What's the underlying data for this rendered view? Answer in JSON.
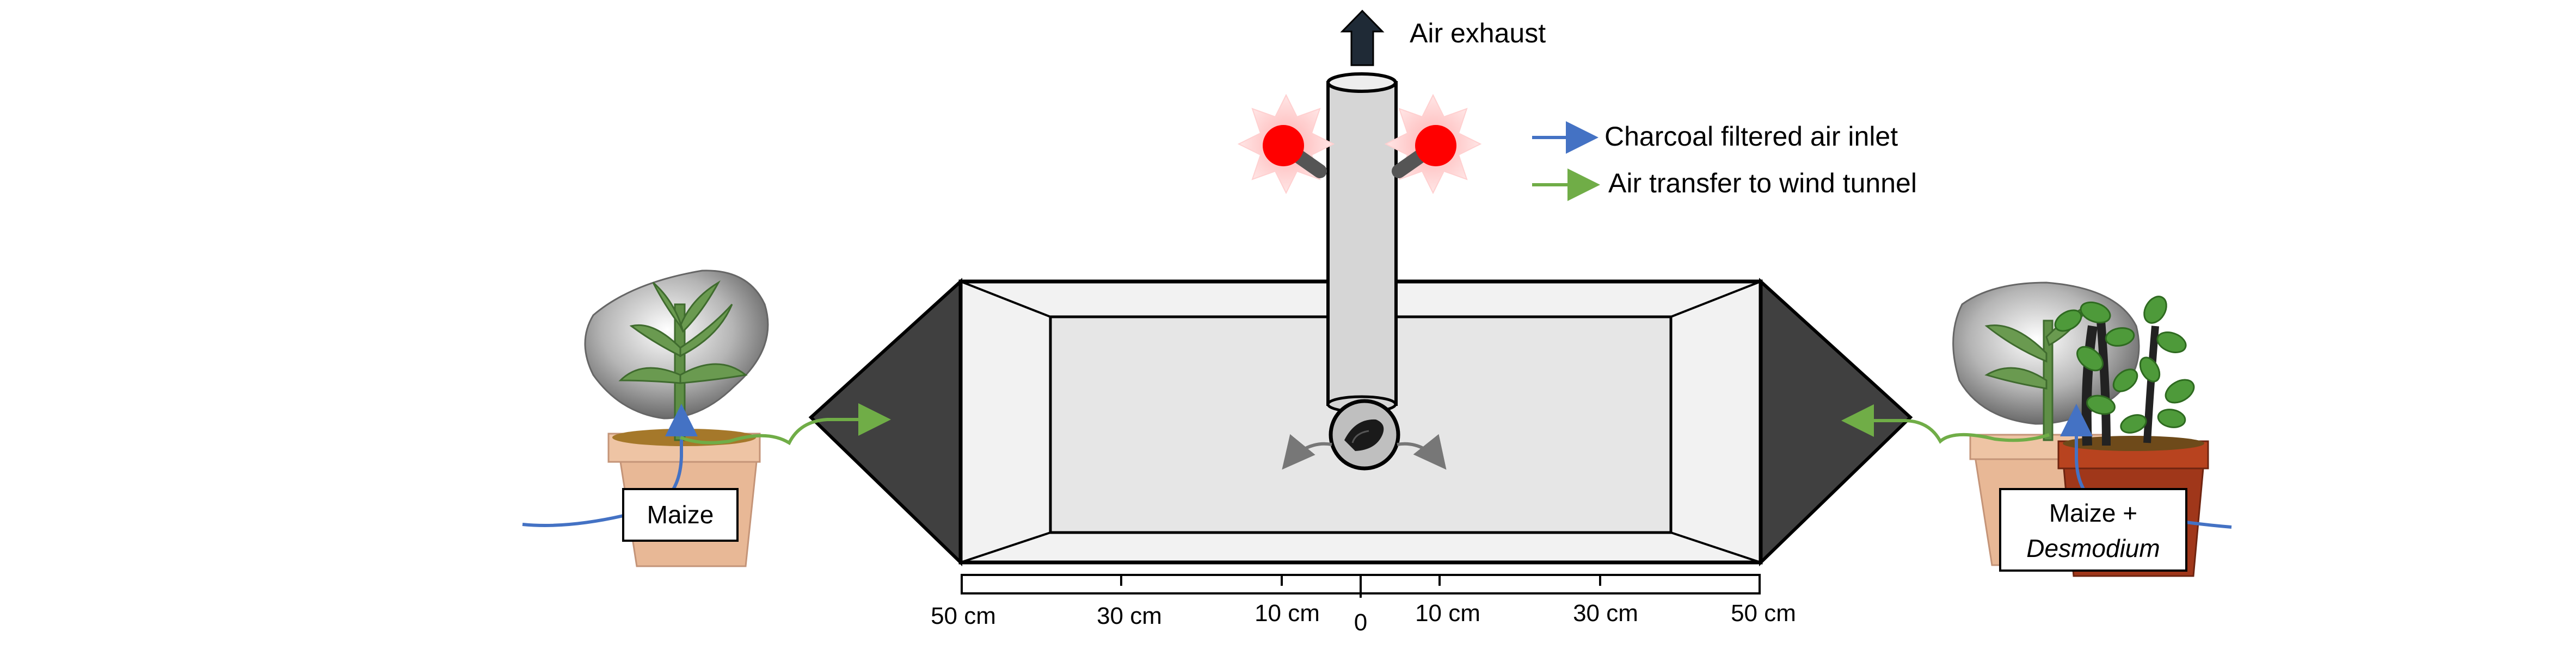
{
  "labels": {
    "air_exhaust": "Air exhaust",
    "maize": "Maize",
    "maize_desmodium_line1": "Maize +",
    "maize_desmodium_line2": "Desmodium"
  },
  "legend": [
    {
      "label": "Charcoal filtered air inlet",
      "color": "#4472C4"
    },
    {
      "label": "Air transfer to wind tunnel",
      "color": "#70AD47"
    }
  ],
  "scale": {
    "ticks": [
      "50 cm",
      "30 cm",
      "10 cm",
      "0",
      "10 cm",
      "30 cm",
      "50 cm"
    ]
  },
  "colors": {
    "tunnel_dark": "#404040",
    "tunnel_floor": "#e6e6e6",
    "light_red": "#ff0000",
    "pot_terracotta": "#e8b896",
    "pot_dark": "#a0371a",
    "leaf_green": "#6a9a50",
    "desmodium_green": "#4e9a3a",
    "inlet_blue": "#4472C4",
    "transfer_green": "#70AD47"
  }
}
